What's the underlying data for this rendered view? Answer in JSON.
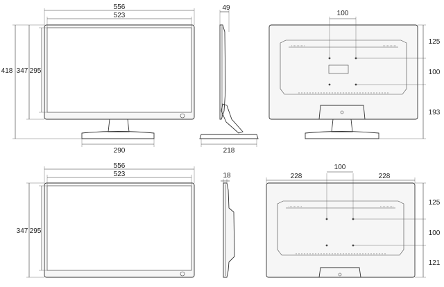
{
  "dimensions_mm": {
    "overall_width": "556",
    "screen_width": "523",
    "overall_height": "418",
    "panel_height": "347",
    "screen_height": "295",
    "depth_with_stand": "49",
    "base_width": "290",
    "base_depth": "218",
    "vesa_spacing": "100",
    "top_to_vesa": "125",
    "vesa_to_bottom_with_stand": "193",
    "panel_depth": "18",
    "side_to_vesa": "228",
    "vesa_to_bottom": "121"
  },
  "colors": {
    "line": "#333333",
    "panel_fill": "#f6f6f6",
    "screen_fill": "#ffffff",
    "background": "#ffffff"
  },
  "views": [
    "front-with-stand",
    "side-with-stand",
    "rear-with-stand",
    "front-panel",
    "side-panel",
    "rear-panel"
  ]
}
